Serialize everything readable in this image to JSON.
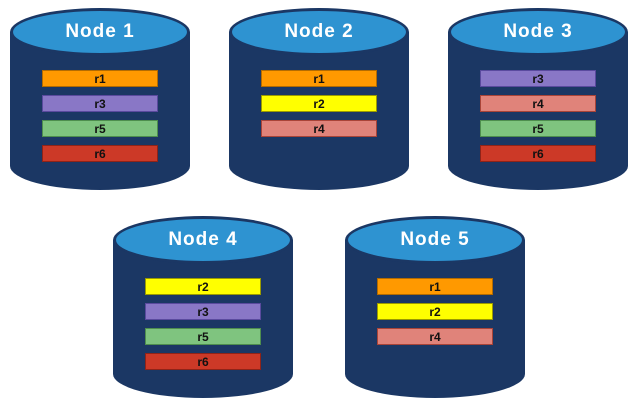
{
  "diagram": {
    "kind": "database-replica-distribution",
    "background": "#ffffff"
  },
  "cylinder": {
    "body_color": "#1b3764",
    "top_color": "#2e93d1",
    "label_color": "#ffffff"
  },
  "replica_colors": {
    "r1": {
      "bg": "#ff9900",
      "border": "#b36b00"
    },
    "r2": {
      "bg": "#ffff00",
      "border": "#9a9a00"
    },
    "r3": {
      "bg": "#8977c6",
      "border": "#5a4a9e"
    },
    "r4": {
      "bg": "#e0837a",
      "border": "#a94438"
    },
    "r5": {
      "bg": "#7fc47f",
      "border": "#4e8e4e"
    },
    "r6": {
      "bg": "#cc3927",
      "border": "#8f2318"
    }
  },
  "rows": [
    [
      0,
      1,
      2
    ],
    [
      3,
      4
    ]
  ],
  "nodes": [
    {
      "label": "Node 1",
      "replicas": [
        "r1",
        "r3",
        "r5",
        "r6"
      ]
    },
    {
      "label": "Node 2",
      "replicas": [
        "r1",
        "r2",
        "r4"
      ]
    },
    {
      "label": "Node 3",
      "replicas": [
        "r3",
        "r4",
        "r5",
        "r6"
      ]
    },
    {
      "label": "Node 4",
      "replicas": [
        "r2",
        "r3",
        "r5",
        "r6"
      ]
    },
    {
      "label": "Node 5",
      "replicas": [
        "r1",
        "r2",
        "r4"
      ]
    }
  ]
}
